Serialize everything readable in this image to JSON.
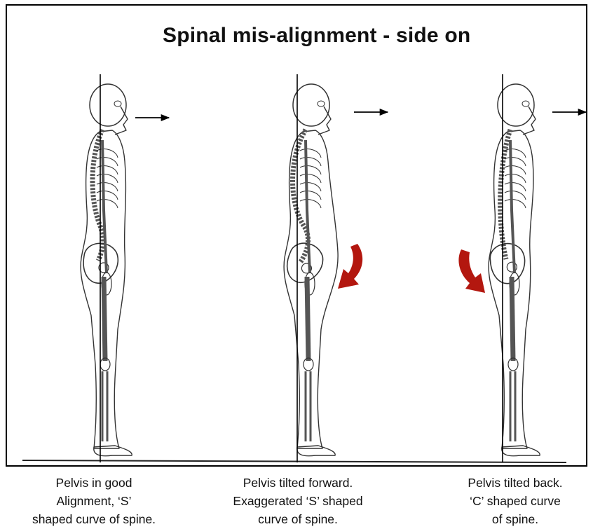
{
  "title": "Spinal mis-alignment - side on",
  "figures": [
    {
      "id": "good",
      "caption": [
        "Pelvis in good",
        "Alignment, ‘S’",
        "shaped curve of spine."
      ],
      "pelvis_tilt": "none",
      "spine_curve": "S"
    },
    {
      "id": "forward",
      "caption": [
        "Pelvis tilted forward.",
        "Exaggerated ‘S’ shaped",
        "curve of spine."
      ],
      "pelvis_tilt": "forward",
      "spine_curve": "exaggerated S"
    },
    {
      "id": "back",
      "caption": [
        "Pelvis tilted back.",
        "‘C’ shaped curve",
        "of spine."
      ],
      "pelvis_tilt": "back",
      "spine_curve": "C"
    }
  ],
  "colors": {
    "line": "#000000",
    "tilt_arrow": "#b3170f",
    "bone": "#555555",
    "outline": "#333333"
  }
}
